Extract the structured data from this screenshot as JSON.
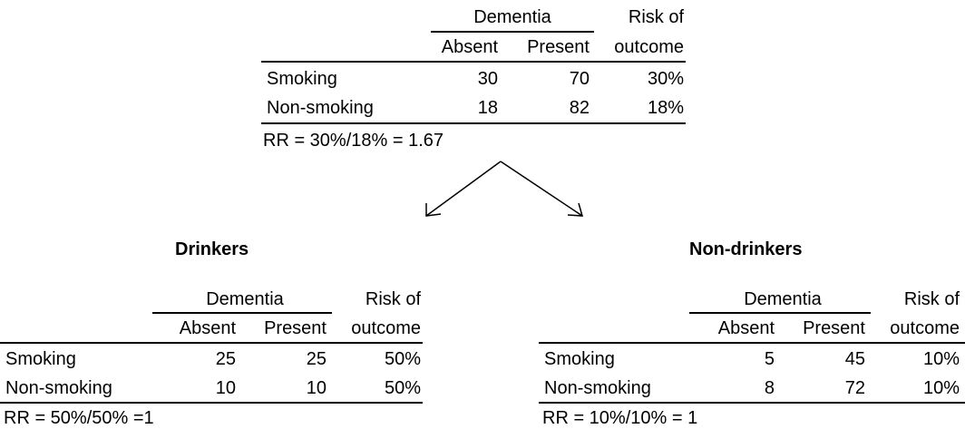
{
  "main_table": {
    "group_header": "Dementia",
    "col_absent": "Absent",
    "col_present": "Present",
    "risk_line1": "Risk of",
    "risk_line2": "outcome",
    "rows": [
      {
        "label": "Smoking",
        "absent": "30",
        "present": "70",
        "risk": "30%"
      },
      {
        "label": "Non-smoking",
        "absent": "18",
        "present": "82",
        "risk": "18%"
      }
    ],
    "rr": "RR = 30%/18% = 1.67"
  },
  "drinkers": {
    "title": "Drinkers",
    "group_header": "Dementia",
    "col_absent": "Absent",
    "col_present": "Present",
    "risk_line1": "Risk of",
    "risk_line2": "outcome",
    "rows": [
      {
        "label": "Smoking",
        "absent": "25",
        "present": "25",
        "risk": "50%"
      },
      {
        "label": "Non-smoking",
        "absent": "10",
        "present": "10",
        "risk": "50%"
      }
    ],
    "rr": "RR = 50%/50% =1"
  },
  "non_drinkers": {
    "title": "Non-drinkers",
    "group_header": "Dementia",
    "col_absent": "Absent",
    "col_present": "Present",
    "risk_line1": "Risk of",
    "risk_line2": "outcome",
    "rows": [
      {
        "label": "Smoking",
        "absent": "5",
        "present": "45",
        "risk": "10%"
      },
      {
        "label": "Non-smoking",
        "absent": "8",
        "present": "72",
        "risk": "10%"
      }
    ],
    "rr": "RR = 10%/10% = 1"
  }
}
